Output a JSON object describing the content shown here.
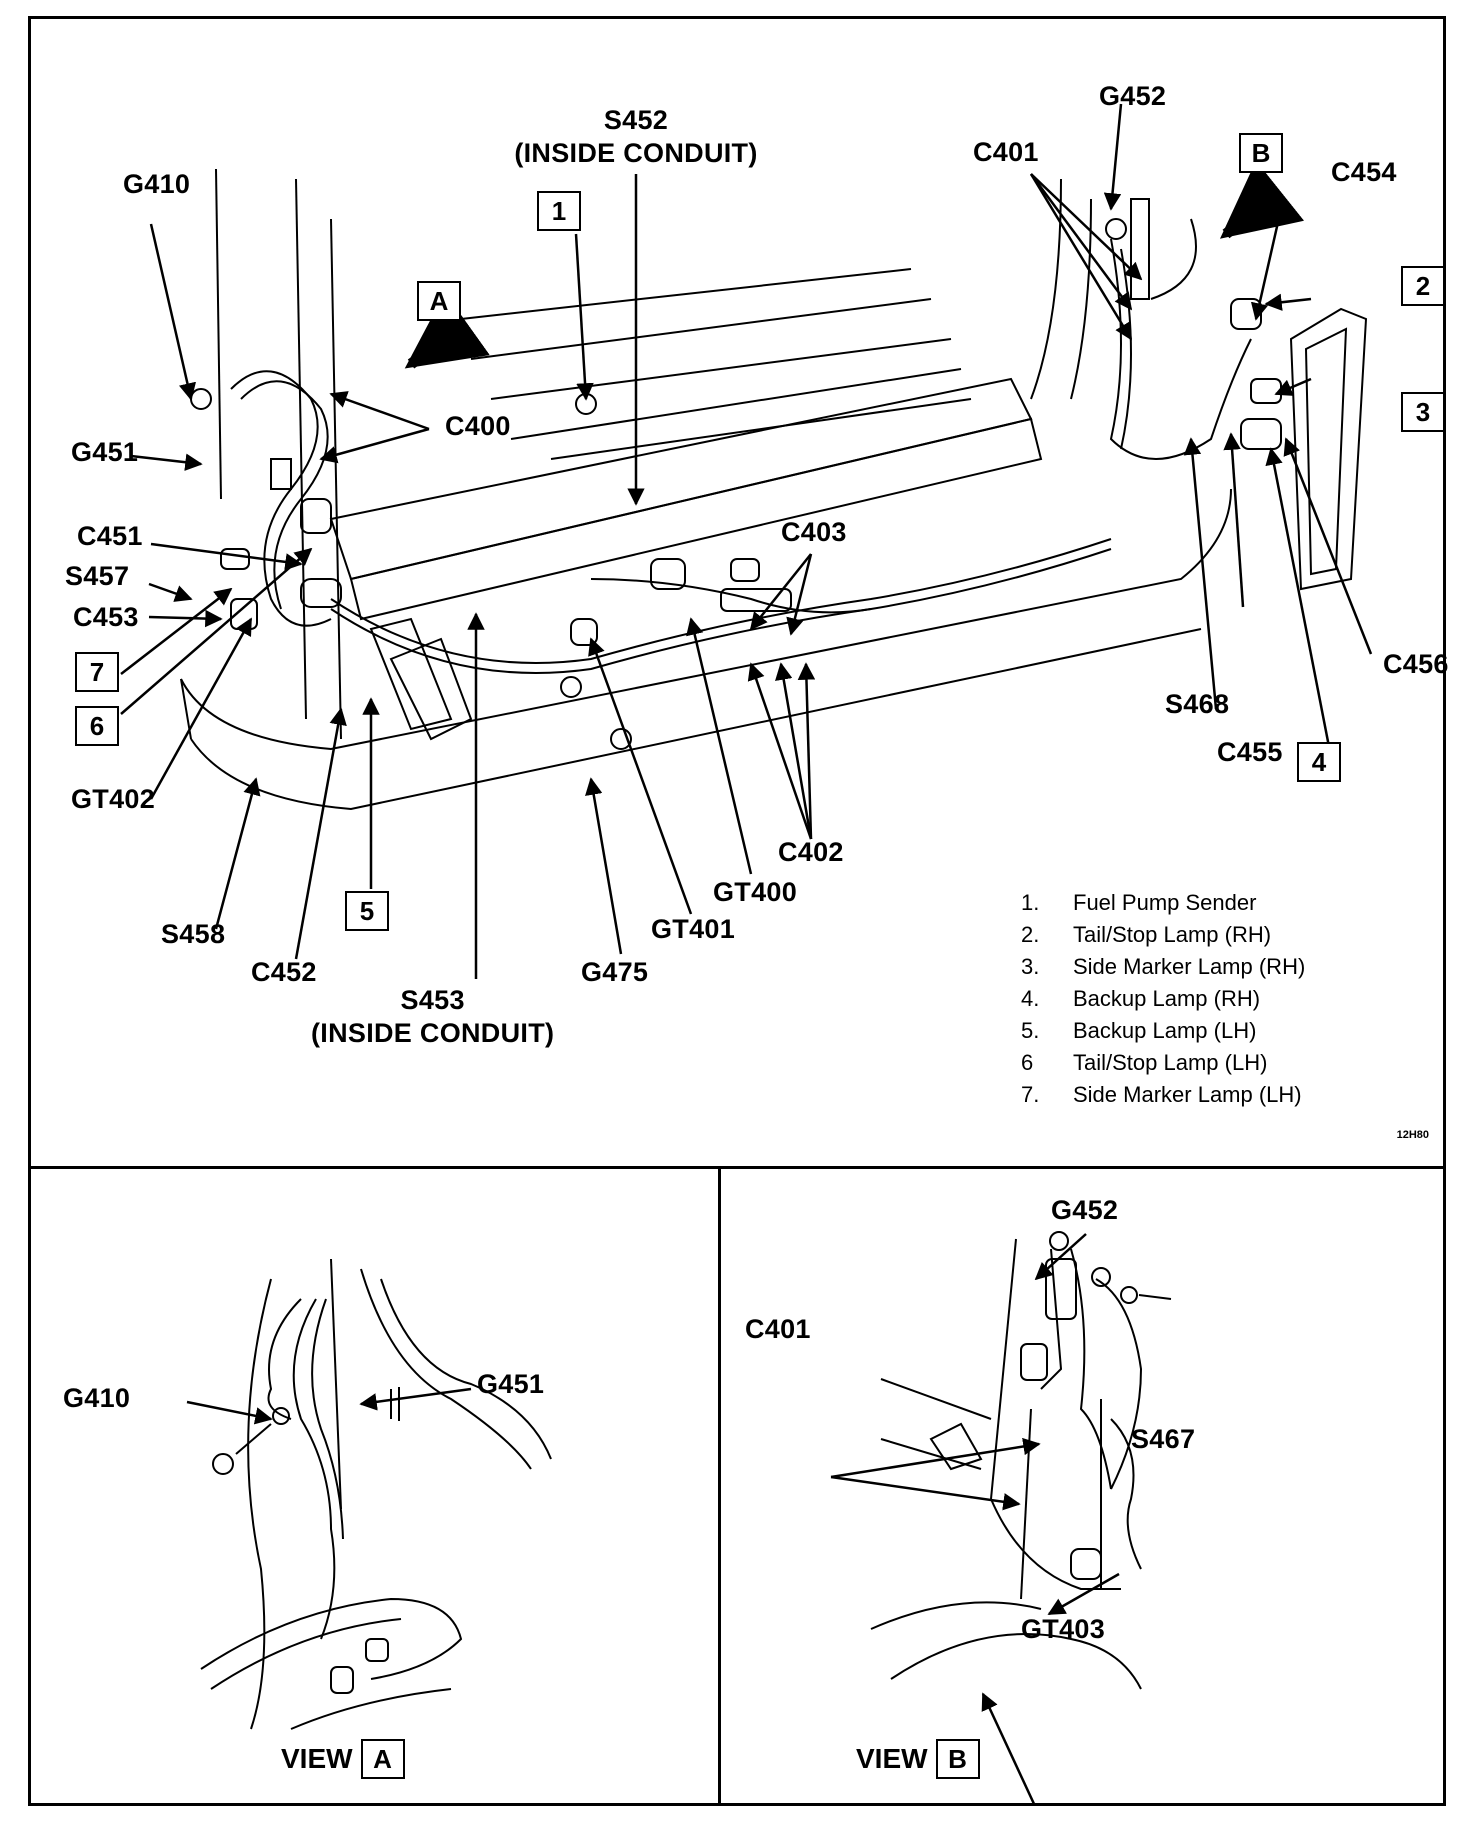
{
  "main": {
    "labels": {
      "s452": "S452",
      "s452_note": "(INSIDE CONDUIT)",
      "g452": "G452",
      "c401": "C401",
      "b": "B",
      "c454": "C454",
      "g410": "G410",
      "a": "A",
      "g451": "G451",
      "c400": "C400",
      "c451": "C451",
      "s457": "S457",
      "c453": "C453",
      "c403": "C403",
      "c456": "C456",
      "s468": "S468",
      "c455": "C455",
      "gt402": "GT402",
      "s458": "S458",
      "c452": "C452",
      "c402": "C402",
      "gt400": "GT400",
      "gt401": "GT401",
      "g475": "G475",
      "s453": "S453",
      "s453_note": "(INSIDE CONDUIT)"
    },
    "callouts": [
      "1",
      "2",
      "3",
      "4",
      "5",
      "6",
      "7"
    ],
    "legend": [
      {
        "num": "1.",
        "text": "Fuel Pump Sender"
      },
      {
        "num": "2.",
        "text": "Tail/Stop Lamp (RH)"
      },
      {
        "num": "3.",
        "text": "Side Marker Lamp (RH)"
      },
      {
        "num": "4.",
        "text": "Backup Lamp (RH)"
      },
      {
        "num": "5.",
        "text": "Backup Lamp (LH)"
      },
      {
        "num": "6",
        "text": "Tail/Stop Lamp (LH)"
      },
      {
        "num": "7.",
        "text": "Side Marker Lamp (LH)"
      }
    ],
    "figure_code": "12H80"
  },
  "view_a": {
    "title": "VIEW",
    "box": "A",
    "labels": {
      "g410": "G410",
      "g451": "G451"
    }
  },
  "view_b": {
    "title": "VIEW",
    "box": "B",
    "labels": {
      "g452": "G452",
      "c401": "C401",
      "s467": "S467",
      "gt403": "GT403"
    }
  }
}
